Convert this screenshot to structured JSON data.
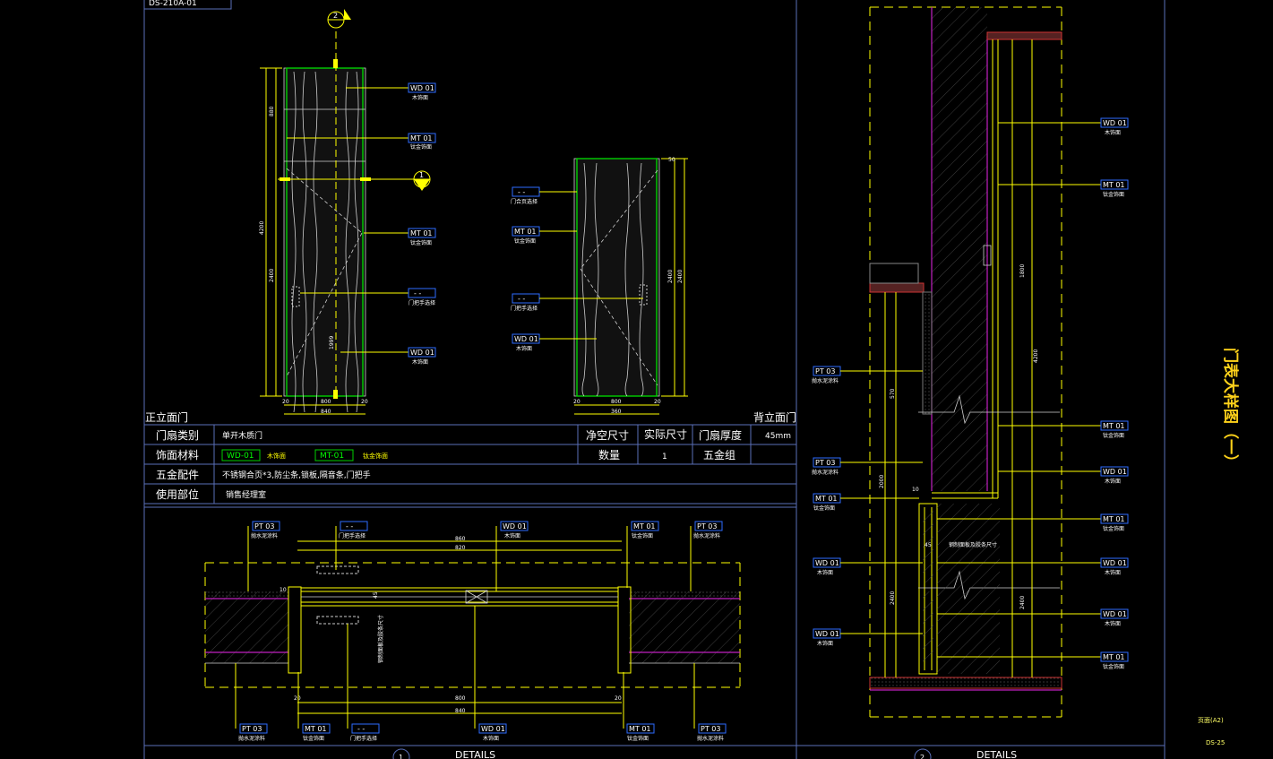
{
  "sheet": {
    "top_ref": "DS-210A-01",
    "title": "门表大样图（一）",
    "page_label": "页面(A2)",
    "page_no": "DS-25"
  },
  "views": {
    "front_label": "正立面门",
    "back_label": "背立面门",
    "details_label": "DETAILS",
    "callout_1": "1",
    "callout_2": "2"
  },
  "table": {
    "row1_label": "门扇类别",
    "row1_value": "单开木质门",
    "row2_label": "饰面材料",
    "mat1_code": "WD-01",
    "mat1_name": "木饰面",
    "mat2_code": "MT-01",
    "mat2_name": "钛金饰面",
    "row3_label": "五金配件",
    "row3_value": "不锈钢合页*3,防尘条,锁板,隔音条,门把手",
    "row4_label": "使用部位",
    "row4_value": "销售经理室",
    "net_size": "净空尺寸",
    "actual_size": "实际尺寸",
    "door_thick": "门扇厚度",
    "door_thick_val": "45mm",
    "qty": "数量",
    "qty_val": "1",
    "hardware_group": "五金组"
  },
  "tags": {
    "wd01": "WD 01",
    "wd01_sub": "木饰面",
    "mt01": "MT 01",
    "mt01_sub": "钛金饰面",
    "pt03": "PT 03",
    "pt03_sub": "抛水泥涂料",
    "blank": "- -",
    "hinge_sub": "门合页选择",
    "handle_sub": "门把手选择"
  },
  "dims": {
    "d880": "880",
    "d4200": "4200",
    "d2400": "2400",
    "d1999": "1999",
    "d20": "20",
    "d800": "800",
    "d840": "840",
    "d820": "820",
    "d860": "860",
    "d360": "360",
    "d50": "50",
    "d45": "45",
    "d10": "10",
    "d1800": "1800",
    "d570": "570",
    "d2000": "2000",
    "section_note": "钢制面板及胶条尺寸"
  }
}
